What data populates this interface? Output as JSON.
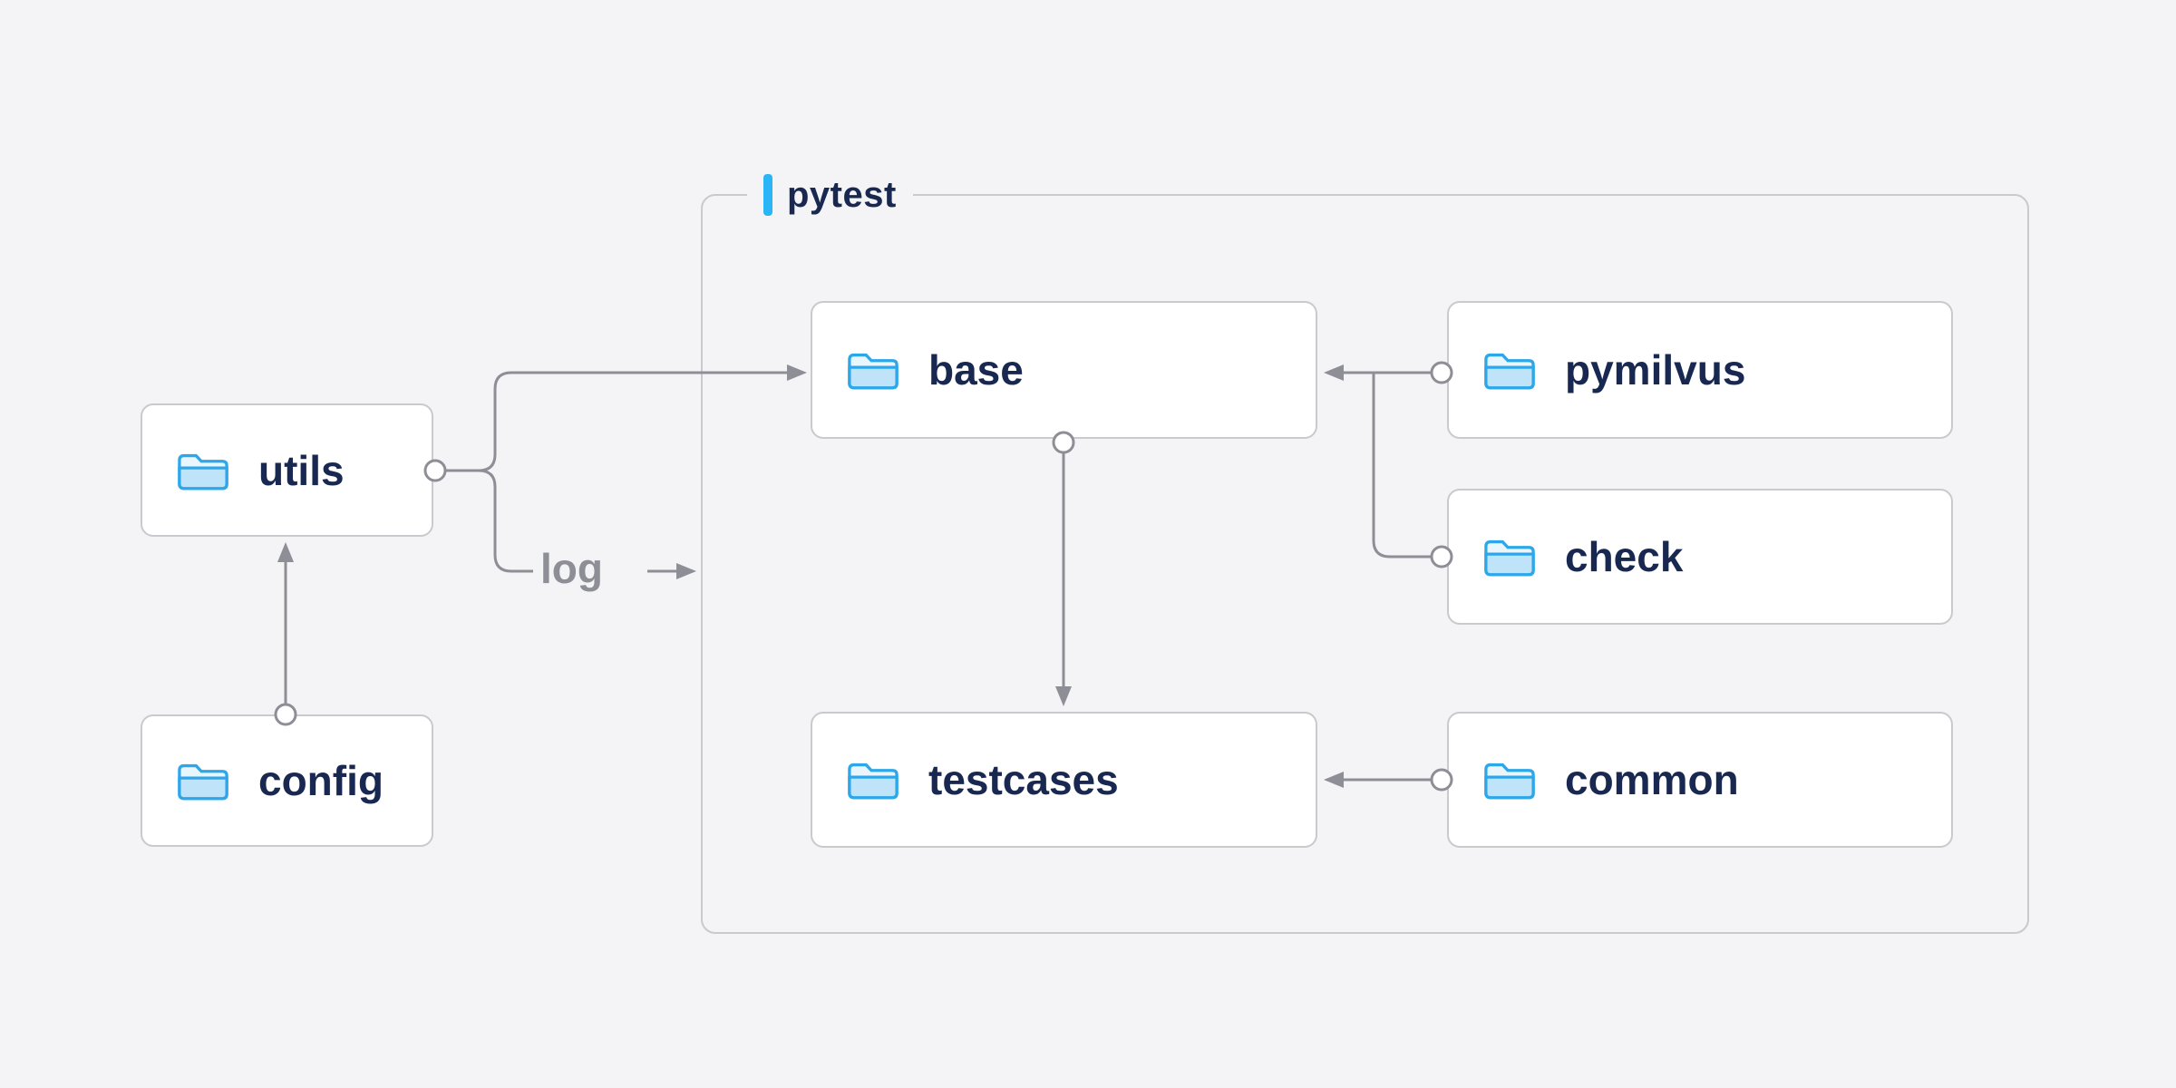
{
  "diagram": {
    "group": {
      "label": "pytest"
    },
    "nodes": {
      "utils": {
        "label": "utils",
        "icon": "folder-icon"
      },
      "config": {
        "label": "config",
        "icon": "folder-icon"
      },
      "base": {
        "label": "base",
        "icon": "folder-icon"
      },
      "pymilvus": {
        "label": "pymilvus",
        "icon": "folder-icon"
      },
      "check": {
        "label": "check",
        "icon": "folder-icon"
      },
      "testcases": {
        "label": "testcases",
        "icon": "folder-icon"
      },
      "common": {
        "label": "common",
        "icon": "folder-icon"
      }
    },
    "edges": [
      {
        "from": "config",
        "to": "utils",
        "label": ""
      },
      {
        "from": "utils",
        "to": "base",
        "label": ""
      },
      {
        "from": "utils",
        "to": "pytest",
        "label": "log"
      },
      {
        "from": "pymilvus",
        "to": "base",
        "label": ""
      },
      {
        "from": "check",
        "to": "base",
        "label": ""
      },
      {
        "from": "base",
        "to": "testcases",
        "label": ""
      },
      {
        "from": "common",
        "to": "testcases",
        "label": ""
      }
    ],
    "colors": {
      "background": "#f4f4f6",
      "node_background": "#ffffff",
      "node_border": "#c9c9ce",
      "label_text": "#182850",
      "edge": "#8e8e96",
      "edge_label": "#8e8e96",
      "accent": "#29b5f6",
      "folder_stroke": "#2da7ea",
      "folder_fill_light": "#e9f6fe",
      "folder_fill": "#bfe4fa"
    }
  }
}
